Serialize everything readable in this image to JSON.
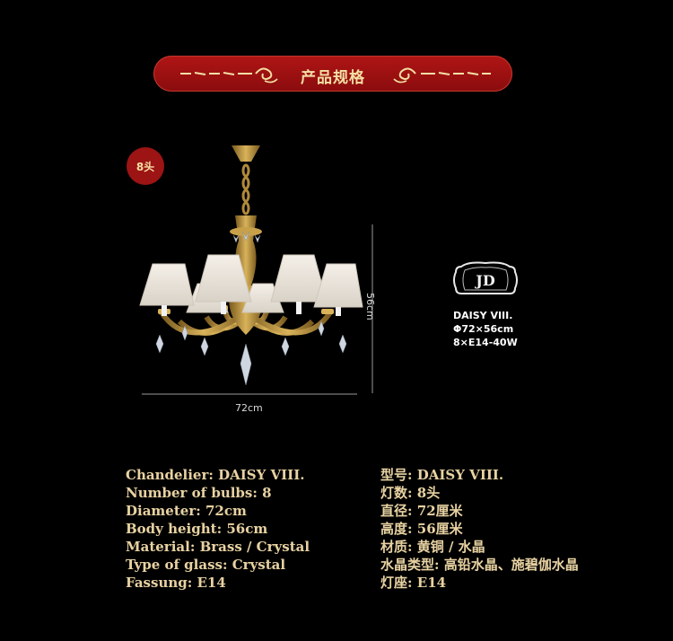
{
  "banner": {
    "title": "产品规格"
  },
  "badge": {
    "label": "8头"
  },
  "dimensions": {
    "height": "56cm",
    "width": "72cm"
  },
  "logo": {
    "text": "JD"
  },
  "model": {
    "name": "DAISY VIII.",
    "size": "Φ72×56cm",
    "bulbs": "8×E14-40W"
  },
  "specs_en": [
    "Chandelier: DAISY VIII.",
    "Number of bulbs: 8",
    "Diameter: 72cm",
    "Body height: 56cm",
    "Material: Brass / Crystal",
    "Type of glass: Crystal",
    "Fassung: E14"
  ],
  "specs_cn": [
    "型号: DAISY VIII.",
    "灯数: 8头",
    "直径: 72厘米",
    "高度: 56厘米",
    "材质: 黄铜 / 水晶",
    "水晶类型: 高铅水晶、施碧伽水晶",
    "灯座: E14"
  ],
  "colors": {
    "background": "#000000",
    "banner_red": "#a01214",
    "gold_text": "#e8d2a2",
    "banner_text": "#f3dfa3"
  }
}
